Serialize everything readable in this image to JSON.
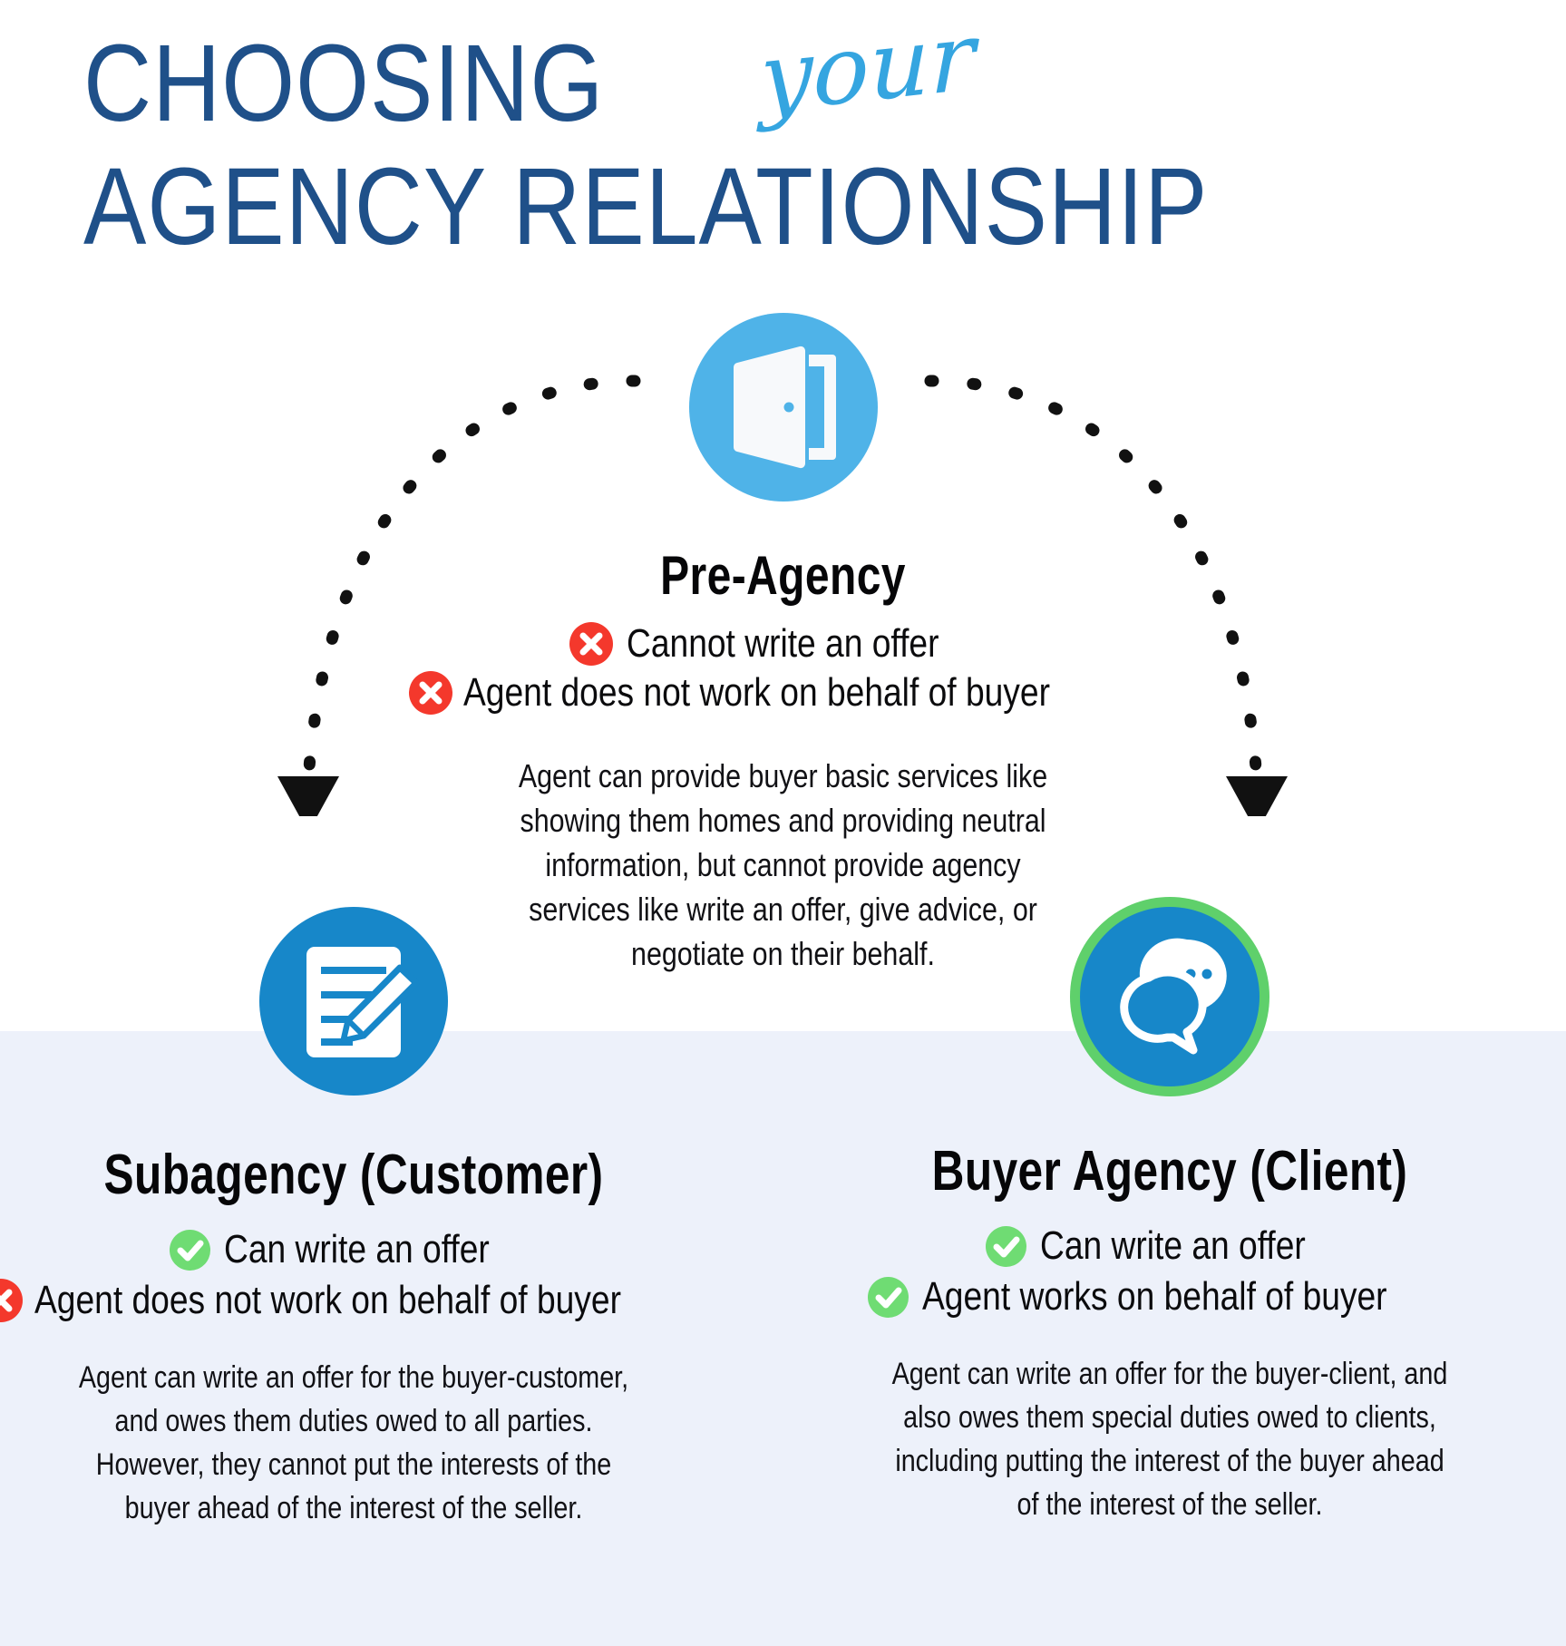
{
  "title": {
    "line1": "CHOOSING",
    "script_word": "your",
    "line2": "AGENCY RELATIONSHIP",
    "navy": "#1f5089",
    "script_blue": "#35a5e0"
  },
  "colors": {
    "light_blue_circle": "#4fb3e8",
    "dark_blue_circle": "#1787c9",
    "green_ring": "#5fd06b",
    "red_badge": "#f4382c",
    "green_badge": "#6fdc73",
    "lavender_band": "#edf1fa",
    "text": "#0b0b0d"
  },
  "nodes": {
    "pre_agency": {
      "icon": "open-door-icon",
      "title": "Pre-Agency",
      "bullets": [
        {
          "mark": "x",
          "text": "Cannot write an offer"
        },
        {
          "mark": "x",
          "text": "Agent does not work on behalf of buyer"
        }
      ],
      "paragraph": [
        "Agent can provide buyer basic services like",
        "showing them homes and providing neutral",
        "information, but cannot provide agency",
        "services like write an offer, give advice, or",
        "negotiate on their behalf."
      ]
    },
    "subagency": {
      "icon": "document-pencil-icon",
      "title": "Subagency (Customer)",
      "bullets": [
        {
          "mark": "check",
          "text": "Can write an offer"
        },
        {
          "mark": "x",
          "text": "Agent does not work on behalf of buyer"
        }
      ],
      "paragraph": [
        "Agent can write an offer for the buyer-customer,",
        "and owes them duties owed to all parties.",
        "However, they cannot put the interests of the",
        "buyer ahead of the interest of the seller."
      ]
    },
    "buyer_agency": {
      "icon": "chat-bubbles-icon",
      "title": "Buyer Agency (Client)",
      "bullets": [
        {
          "mark": "check",
          "text": "Can write an offer"
        },
        {
          "mark": "check",
          "text": "Agent works on behalf of buyer"
        }
      ],
      "paragraph": [
        "Agent can write an offer for the buyer-client, and",
        "also owes them special duties owed to clients,",
        "including putting the interest of the buyer ahead",
        "of the interest of the seller."
      ]
    }
  },
  "connectors": {
    "left_arrow": "dashed-curved-arrow-left",
    "right_arrow": "dashed-curved-arrow-right"
  }
}
